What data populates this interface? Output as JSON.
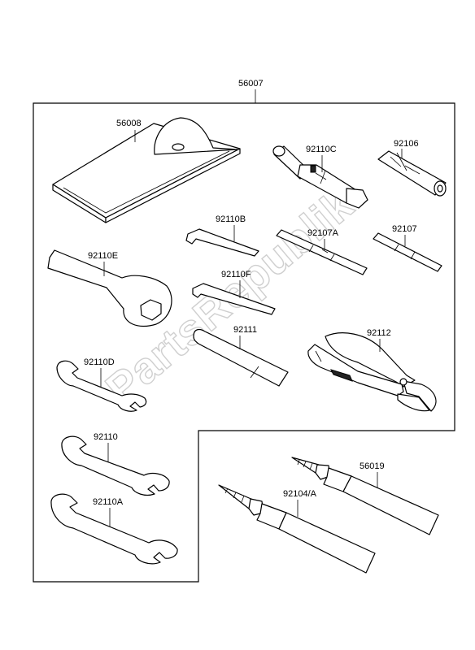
{
  "diagram": {
    "assembly_label": "56007",
    "watermark": "PartsRepublik",
    "parts": [
      {
        "id": "p-56008",
        "label": "56008"
      },
      {
        "id": "p-92110C",
        "label": "92110C"
      },
      {
        "id": "p-92106",
        "label": "92106"
      },
      {
        "id": "p-92110B",
        "label": "92110B"
      },
      {
        "id": "p-92107A",
        "label": "92107A"
      },
      {
        "id": "p-92107",
        "label": "92107"
      },
      {
        "id": "p-92110E",
        "label": "92110E"
      },
      {
        "id": "p-92110F",
        "label": "92110F"
      },
      {
        "id": "p-92111",
        "label": "92111"
      },
      {
        "id": "p-92112",
        "label": "92112"
      },
      {
        "id": "p-92110D",
        "label": "92110D"
      },
      {
        "id": "p-92110",
        "label": "92110"
      },
      {
        "id": "p-92110A",
        "label": "92110A"
      },
      {
        "id": "p-56019",
        "label": "56019"
      },
      {
        "id": "p-92104A",
        "label": "92104/A"
      }
    ]
  }
}
